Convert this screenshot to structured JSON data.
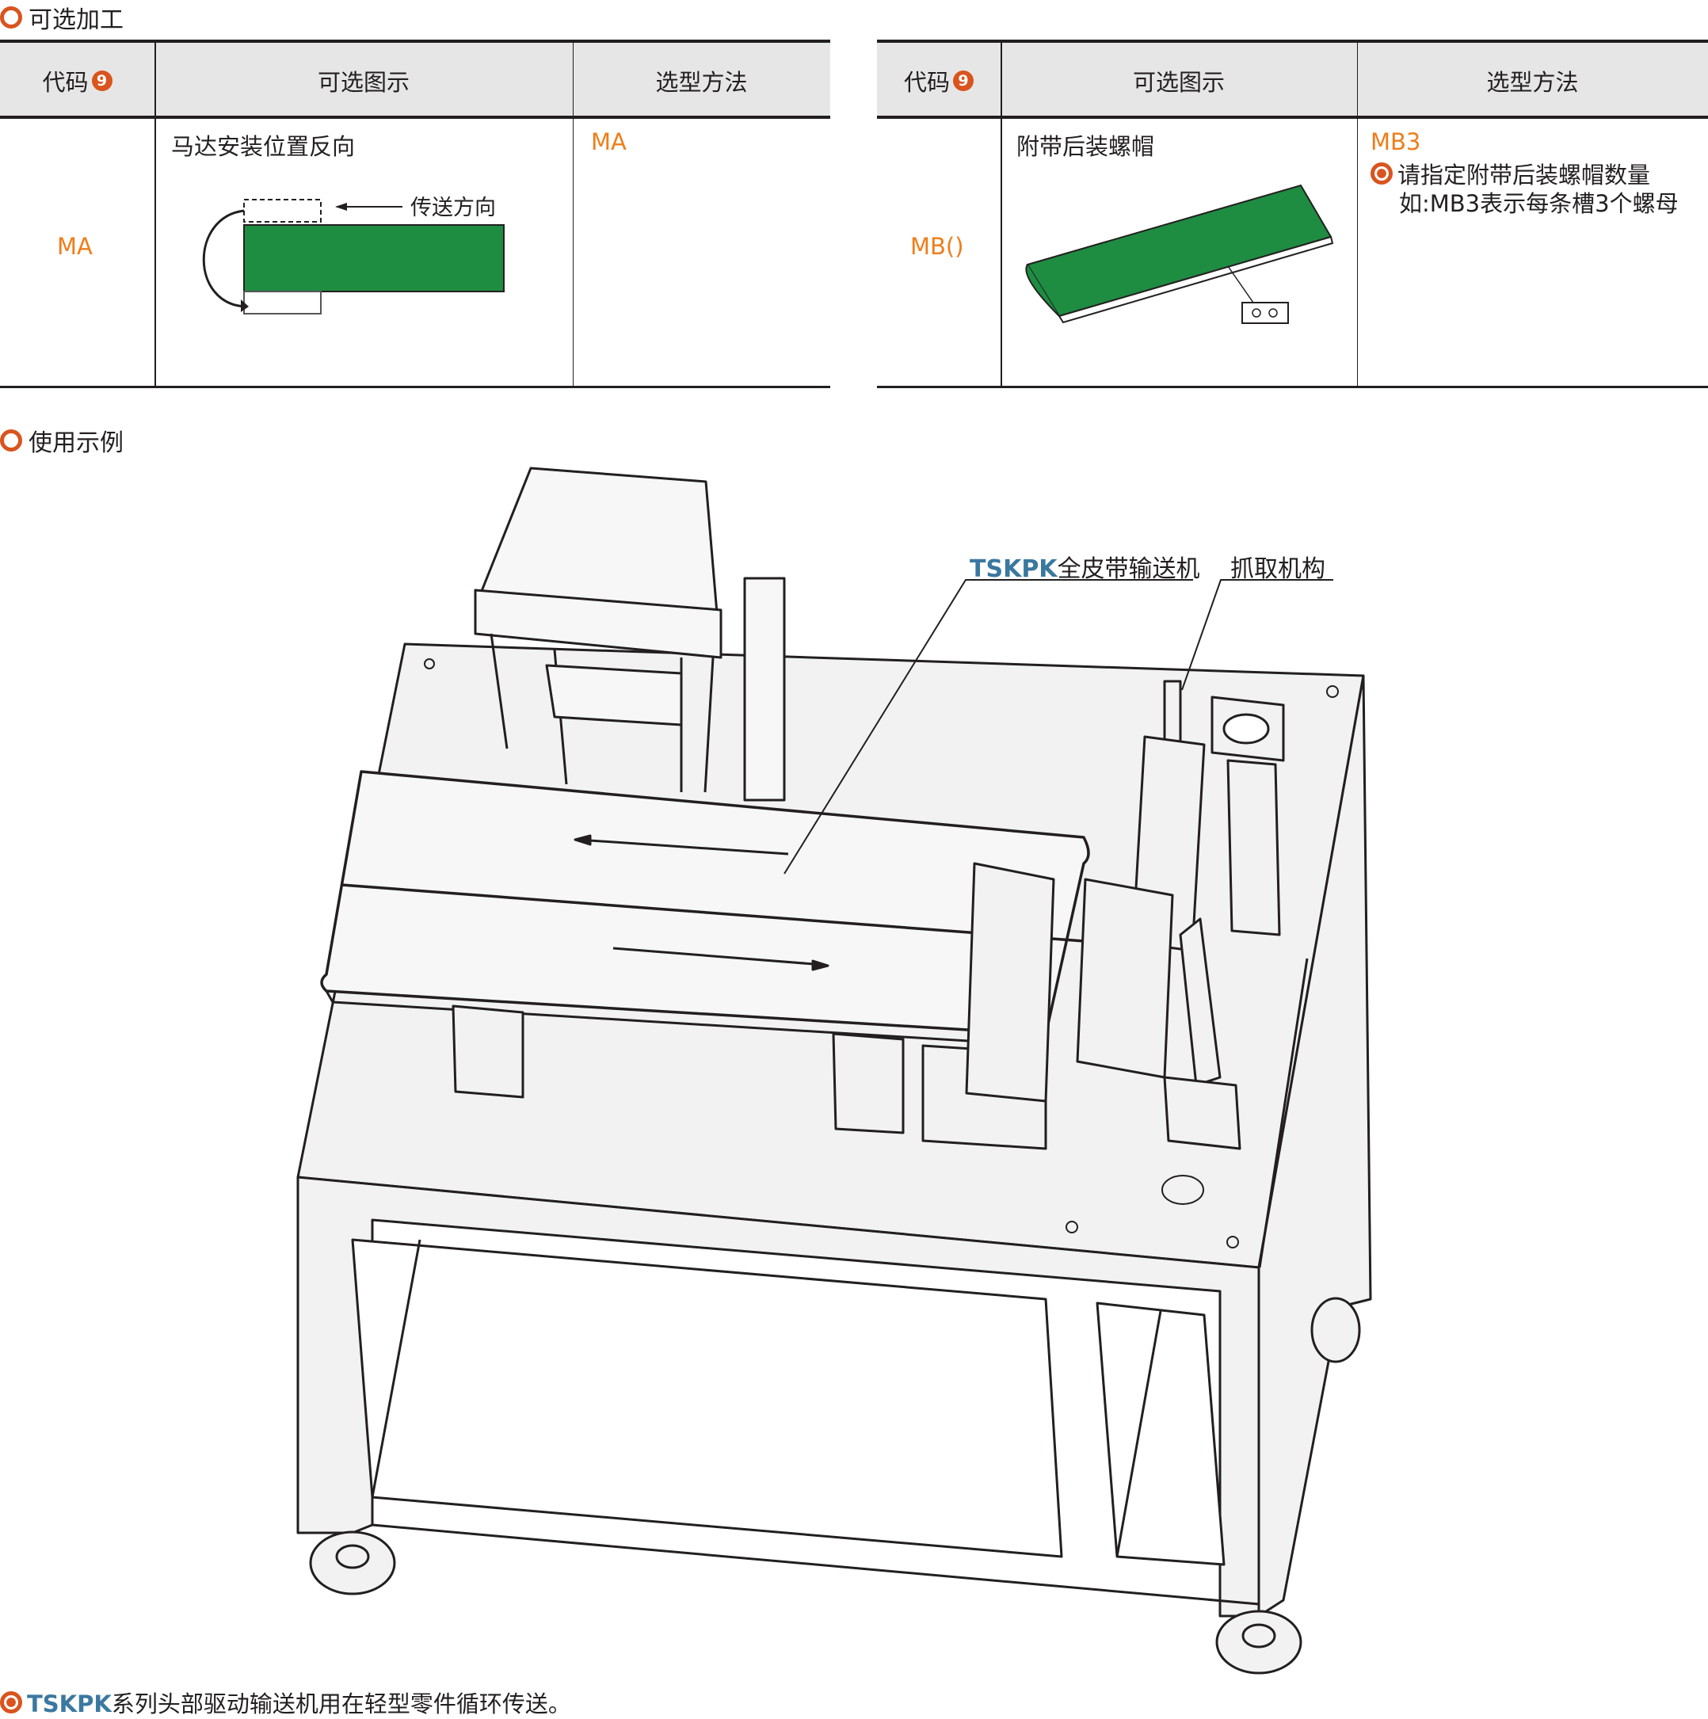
{
  "section1": {
    "title": "可选加工"
  },
  "table_left": {
    "headers": {
      "code": "代码",
      "badge": "9",
      "diagram": "可选图示",
      "method": "选型方法"
    },
    "row": {
      "code": "MA",
      "desc": "马达安装位置反向",
      "diagram_label": "传送方向",
      "method": "MA"
    }
  },
  "table_right": {
    "headers": {
      "code": "代码",
      "badge": "9",
      "diagram": "可选图示",
      "method": "选型方法"
    },
    "row": {
      "code": "MB()",
      "desc": "附带后装螺帽",
      "method": "MB3",
      "note1": "请指定附带后装螺帽数量",
      "note2": "如:MB3表示每条槽3个螺母"
    }
  },
  "section2": {
    "title": "使用示例"
  },
  "callouts": {
    "conveyor_brand": "TSKPK",
    "conveyor_text": "全皮带输送机",
    "pick": "抓取机构"
  },
  "caption": {
    "brand": "TSKPK",
    "text": "系列头部驱动输送机用在轻型零件循环传送。"
  },
  "colors": {
    "accent": "#d9541e",
    "orange": "#ef7d1a",
    "green": "#1e8c41",
    "blue": "#3a78a0"
  }
}
